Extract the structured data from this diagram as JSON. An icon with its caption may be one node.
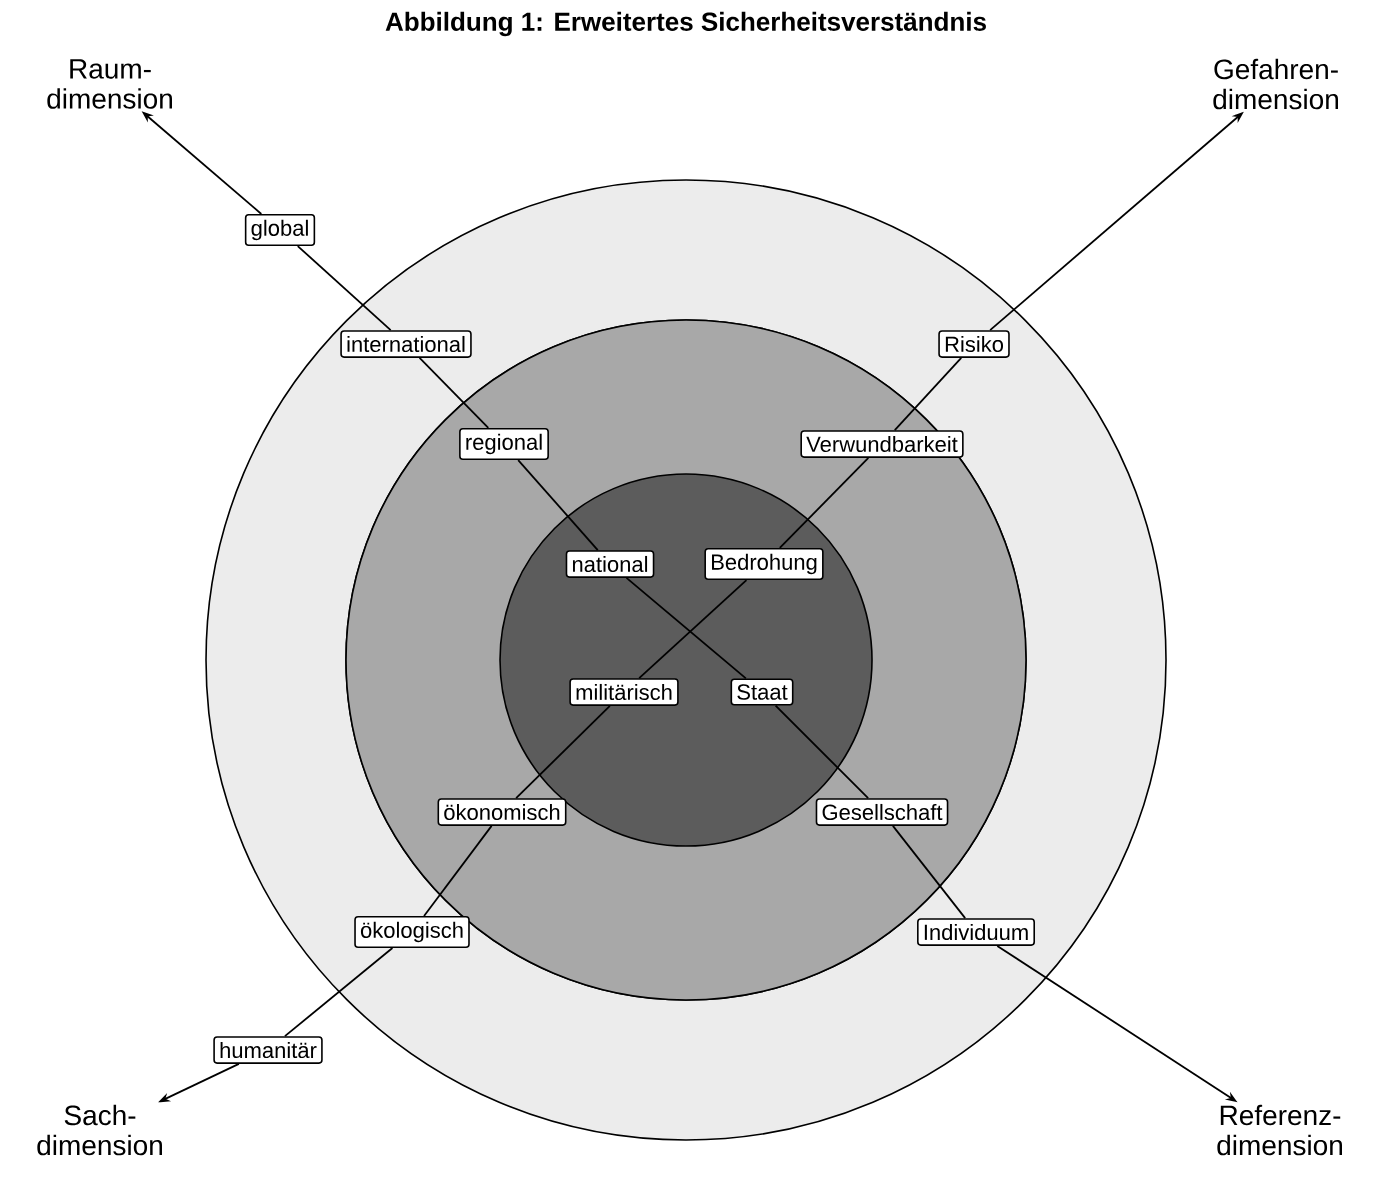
{
  "diagram": {
    "title": "Abbildung 1: Erweitertes Sicherheitsverständnis",
    "nodes": [
      {
        "text": [
          "Raum- dimension"
        ]
      },
      {
        "text": [
          "Gefahren- dimension"
        ]
      },
      {
        "text": [
          "global"
        ]
      },
      {
        "text": [
          "international"
        ]
      },
      {
        "text": [
          "Risiko"
        ]
      },
      {
        "text": [
          "regional"
        ]
      },
      {
        "text": [
          "Verwundbarkeit"
        ]
      },
      {
        "text": [
          "national"
        ]
      },
      {
        "text": [
          "Bedrohung"
        ]
      },
      {
        "text": [
          "militärisch"
        ]
      },
      {
        "text": [
          "Staat"
        ]
      },
      {
        "text": [
          "ökonomisch"
        ]
      },
      {
        "text": [
          "Gesellschaft"
        ]
      },
      {
        "text": [
          "ökologisch"
        ]
      },
      {
        "text": [
          "Individuum"
        ]
      },
      {
        "text": [
          "humanitär"
        ]
      },
      {
        "text": [
          "Sach- dimension"
        ]
      },
      {
        "text": [
          "Referenz- dimension"
        ]
      }
    ],
    "edges": [
      {
        "from": 2,
        "to": 0,
        "arrow": "to"
      },
      {
        "from": 3,
        "to": 2,
        "arrow": "none"
      },
      {
        "from": 5,
        "to": 3,
        "arrow": "none"
      },
      {
        "from": 7,
        "to": 5,
        "arrow": "none"
      },
      {
        "from": 7,
        "to": 10,
        "arrow": "none"
      },
      {
        "from": 10,
        "to": 12,
        "arrow": "none"
      },
      {
        "from": 12,
        "to": 14,
        "arrow": "none"
      },
      {
        "from": 14,
        "to": 17,
        "arrow": "to"
      },
      {
        "from": 4,
        "to": 1,
        "arrow": "to"
      },
      {
        "from": 6,
        "to": 4,
        "arrow": "none"
      },
      {
        "from": 8,
        "to": 6,
        "arrow": "none"
      },
      {
        "from": 8,
        "to": 9,
        "arrow": "none"
      },
      {
        "from": 9,
        "to": 11,
        "arrow": "none"
      },
      {
        "from": 11,
        "to": 13,
        "arrow": "none"
      },
      {
        "from": 13,
        "to": 15,
        "arrow": "none"
      },
      {
        "from": 15,
        "to": 16,
        "arrow": "to"
      }
    ]
  }
}
